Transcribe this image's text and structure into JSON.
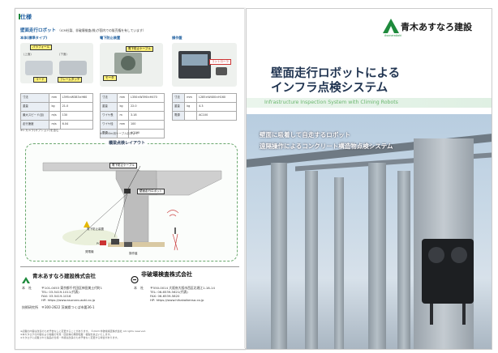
{
  "left": {
    "section_title": "仕様",
    "robot_heading": "壁面走行ロボット",
    "robot_heading_note": "（ICM社製、非破壊検査(株)が国内での販売権を有しています）",
    "columns": [
      {
        "title": "本体(標準タイプ)",
        "labels": [
          "(上面)",
          "(下面)",
          "パラフォール",
          "コード",
          "フレームタッチ"
        ],
        "rows": [
          {
            "k": "寸法",
            "u": "mm",
            "v": "L395×W383×H60"
          },
          {
            "k": "重量",
            "u": "kg",
            "v": "21.0"
          },
          {
            "k": "最大スピード(目)",
            "u": "m/s",
            "v": "130"
          },
          {
            "k": "走行速度",
            "u": "m/s",
            "v": "6.04"
          }
        ],
        "note": "※1 カメラ(オプション)を含む"
      },
      {
        "title": "電下防止装置",
        "labels": [
          "電下防止ケーブル",
          "モータ"
        ],
        "rows": [
          {
            "k": "寸法",
            "u": "mm",
            "v": "L350×W390×H470"
          },
          {
            "k": "重量",
            "u": "kg",
            "v": "22.0"
          },
          {
            "k": "ワイヤ長",
            "u": "m",
            "v": "3.18"
          },
          {
            "k": "ワイヤ径",
            "u": "mm",
            "v": "100"
          },
          {
            "k": "電源",
            "u": "",
            "v": "AC100"
          }
        ],
        "note": "※1 200m用ケーブルおおよそ"
      },
      {
        "title": "操作盤",
        "labels": [
          "コントローラ"
        ],
        "rows": [
          {
            "k": "寸法",
            "u": "mm",
            "v": "L285×W400×H160"
          },
          {
            "k": "重量",
            "u": "kg",
            "v": "4.3"
          },
          {
            "k": "電源",
            "u": "",
            "v": "AC100"
          }
        ],
        "note": ""
      }
    ],
    "layout_title": "橋梁点検レイアウト",
    "layout_labels": {
      "cable": "電下防止ケーブル",
      "robot": "壁面走行ロボット",
      "safety_device": "電下防止装置",
      "operator_pc": "PC",
      "generator": "発電機",
      "control": "操作盤"
    },
    "company1": {
      "name": "青木あすなろ建設株式会社",
      "rows": [
        {
          "label": "本　社",
          "lines": [
            "〒101-0053 東京都千代田区神田美土代町1",
            "TEL: 03-5419-1011(代表)",
            "FAX: 03-5419-1016",
            "HP: https://www.asunaro-aoki.co.jp"
          ]
        },
        {
          "label": "技術研究所",
          "lines": [
            "〒300-2622 茨城県つくば市要36-1"
          ]
        }
      ]
    },
    "company2": {
      "name": "非破壊検査株式会社",
      "rows": [
        {
          "label": "本　社",
          "lines": [
            "〒550-0014 大阪府大阪市西区北堀江1-18-14",
            "TEL: 06-6539-5621(代表)",
            "FAX: 06-6539-5820",
            "HP: https://www.hihakaikensa.co.jp"
          ]
        }
      ]
    },
    "footnotes": [
      "※記載の内容は改善のため予告なしに変更することがあります。 ©2023 非破壊検査株式会社 All rights reserved.",
      "※本カタログの内容および掲載の写真・図表等の無断転載・複製を禁止いたします。",
      "※カタログに記載された製品の仕様・外観は改良のため予告なく変更する場合があります。"
    ]
  },
  "right": {
    "brand": "青木あすなろ建設",
    "brand_sub": "AsunaroAoki",
    "title_line1": "壁面走行ロボットによる",
    "title_line2": "インフラ点検システム",
    "subtitle_en": "Infrastructure Inspection System with Climing Robots",
    "tagline1": "壁面に吸着して自走するロボット",
    "tagline2": "遠隔操作によるコンクリート構造物点検システム"
  },
  "colors": {
    "brand_green": "#1e8a3c",
    "title_navy": "#1f3350",
    "accent_green": "#6bb66f",
    "heading_blue": "#1f5f9f"
  }
}
